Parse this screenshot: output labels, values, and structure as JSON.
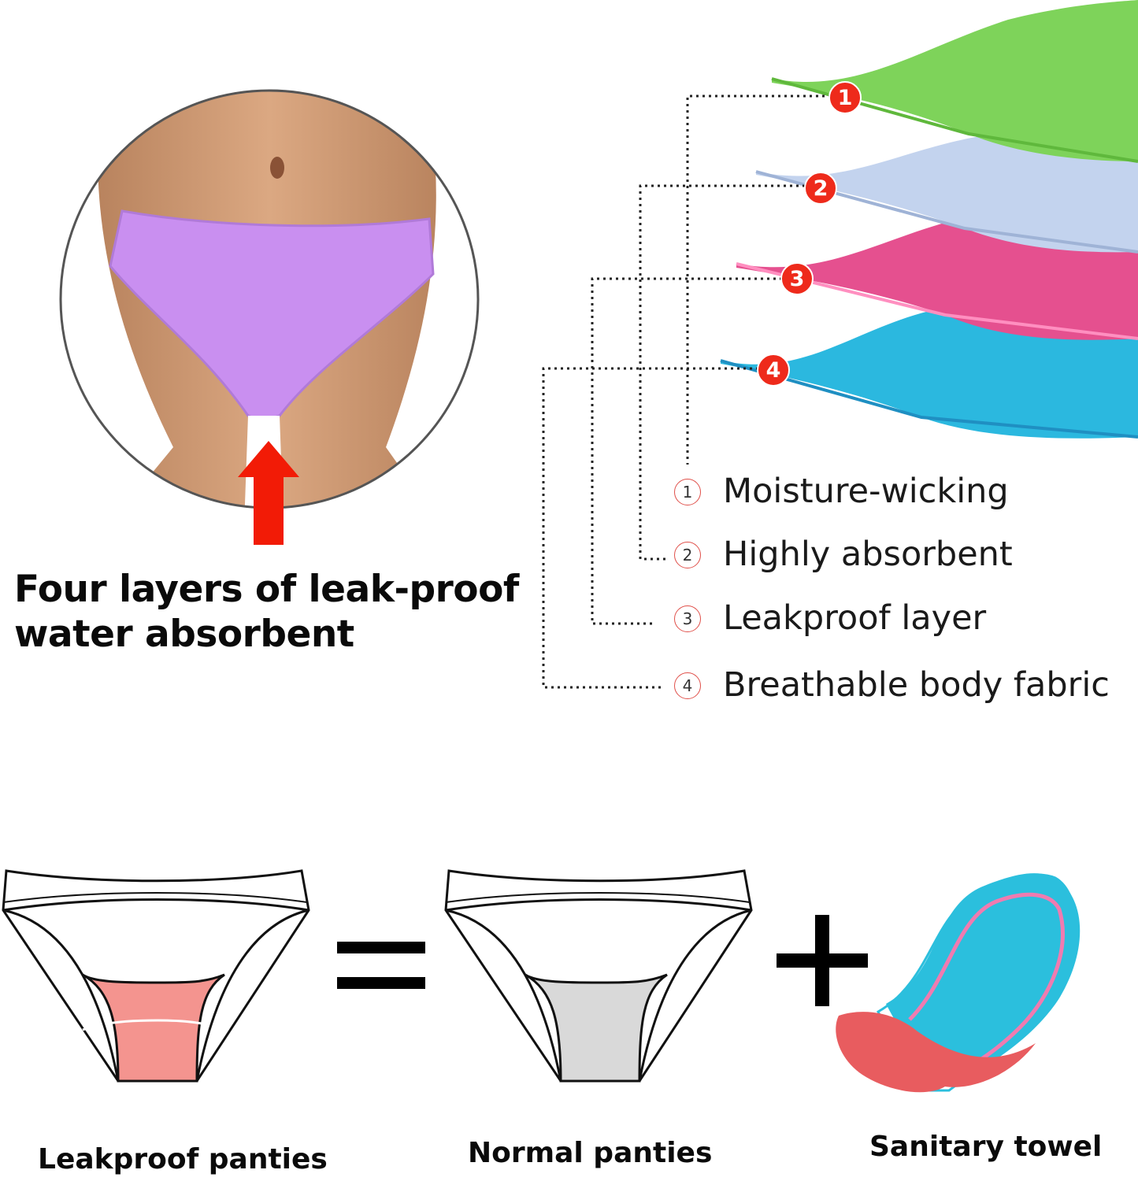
{
  "headline": {
    "line1": "Four layers of leak-proof",
    "line2": "water absorbent"
  },
  "layers": [
    {
      "number": "1",
      "label": "Moisture-wicking",
      "color": "#7ed35a"
    },
    {
      "number": "2",
      "label": "Highly absorbent",
      "color": "#c3d3ee"
    },
    {
      "number": "3",
      "label": "Leakproof layer",
      "color": "#e5508f"
    },
    {
      "number": "4",
      "label": "Breathable body fabric",
      "color": "#2bb8df"
    }
  ],
  "comparison": {
    "leakproof_label": "Leakproof panties",
    "normal_label": "Normal panties",
    "towel_label": "Sanitary towel",
    "equals_symbol": "=",
    "plus_symbol": "+"
  },
  "colors": {
    "arrow": "#f21b06",
    "badge": "#ee2a1b",
    "panty_purple": "#c98ff0",
    "leakproof_gusset": "#f4948f",
    "normal_gusset": "#d9d9d9",
    "towel_blue": "#2bbfdd",
    "towel_red": "#e85c5f"
  }
}
